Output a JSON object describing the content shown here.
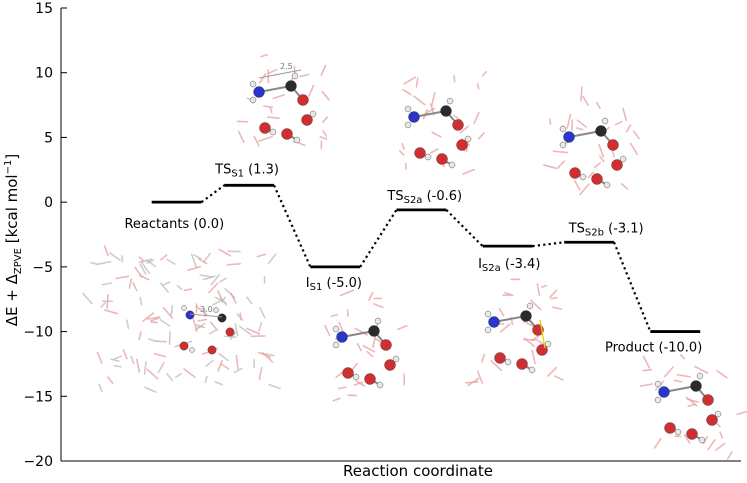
{
  "chart_data": {
    "type": "line",
    "xlabel": "Reaction coordinate",
    "ylabel_main": "ΔE + Δ",
    "ylabel_sub": "ZPVE",
    "ylabel_unit": " [kcal mol",
    "ylabel_exp": "−1",
    "ylabel_close": "]",
    "ylim": [
      -20,
      15
    ],
    "yticks": [
      15,
      10,
      5,
      0,
      -5,
      -10,
      -15,
      -20
    ],
    "ytick_labels": [
      "15",
      "10",
      "5",
      "0",
      "−5",
      "−10",
      "−15",
      "−20"
    ],
    "grid": false,
    "levels": [
      {
        "name": "Reactants",
        "sub": "",
        "value": 0.0,
        "value_text": "  (0.0)",
        "x0": 1.0,
        "x1": 1.55
      },
      {
        "name": "TS",
        "sub": "S1",
        "value": 1.3,
        "value_text": " (1.3)",
        "x0": 1.8,
        "x1": 2.35
      },
      {
        "name": "I",
        "sub": "S1",
        "value": -5.0,
        "value_text": " (-5.0)",
        "x0": 2.75,
        "x1": 3.3
      },
      {
        "name": "TS",
        "sub": "S2a",
        "value": -0.6,
        "value_text": " (-0.6)",
        "x0": 3.7,
        "x1": 4.25
      },
      {
        "name": "I",
        "sub": "S2a",
        "value": -3.4,
        "value_text": " (-3.4)",
        "x0": 4.65,
        "x1": 5.2
      },
      {
        "name": "TS",
        "sub": "S2b",
        "value": -3.1,
        "value_text": " (-3.1)",
        "x0": 5.55,
        "x1": 6.1
      },
      {
        "name": "Product",
        "sub": "",
        "value": -10.0,
        "value_text": "  (-10.0)",
        "x0": 6.5,
        "x1": 7.05
      }
    ],
    "annotations": [
      {
        "text": "2.5",
        "near": "TS_S1"
      },
      {
        "text": "3.0",
        "near": "Reactants"
      }
    ],
    "colors": {
      "line": "#000000",
      "nitrogen": "#2a35c9",
      "carbon": "#2b2b2b",
      "oxygen": "#d12f2f",
      "hydrogen": "#e8e8e8",
      "water": "#e8a0a0",
      "hbond": "#e6d200"
    }
  }
}
